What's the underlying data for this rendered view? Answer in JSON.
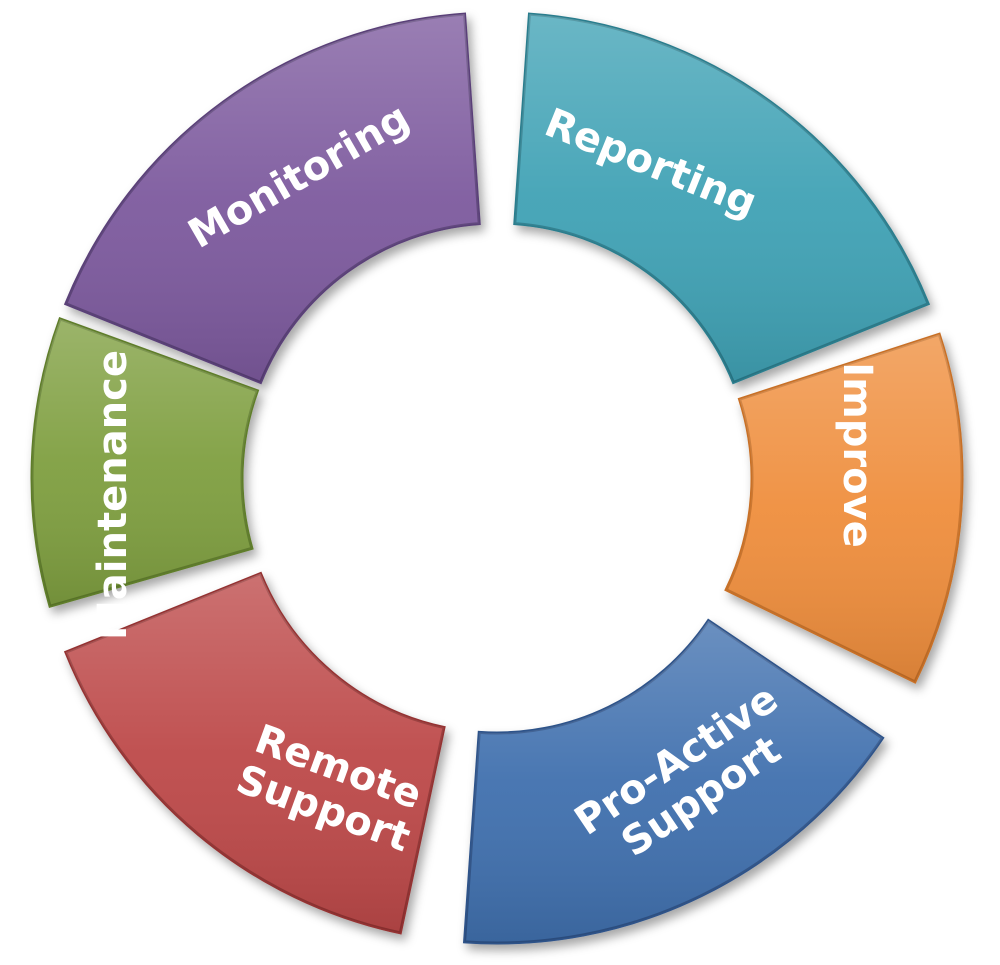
{
  "diagram": {
    "segments": [
      {
        "id": "monitoring",
        "lines": [
          "Monitoring"
        ],
        "color": "#7d5a9e",
        "dark": "#5a3f78"
      },
      {
        "id": "reporting",
        "lines": [
          "Reporting"
        ],
        "color": "#3fa2b5",
        "dark": "#2b7d8d"
      },
      {
        "id": "improve",
        "lines": [
          "Improve"
        ],
        "color": "#ef8e3c",
        "dark": "#c86f26"
      },
      {
        "id": "pro-active-support",
        "lines": [
          "Pro-Active",
          "Support"
        ],
        "color": "#3f6fae",
        "dark": "#2d5289"
      },
      {
        "id": "remote-support",
        "lines": [
          "Remote",
          "Support"
        ],
        "color": "#bd4a48",
        "dark": "#943332"
      },
      {
        "id": "maintenance",
        "lines": [
          "Maintenance"
        ],
        "color": "#7f9f3f",
        "dark": "#5f7d2a"
      }
    ]
  }
}
